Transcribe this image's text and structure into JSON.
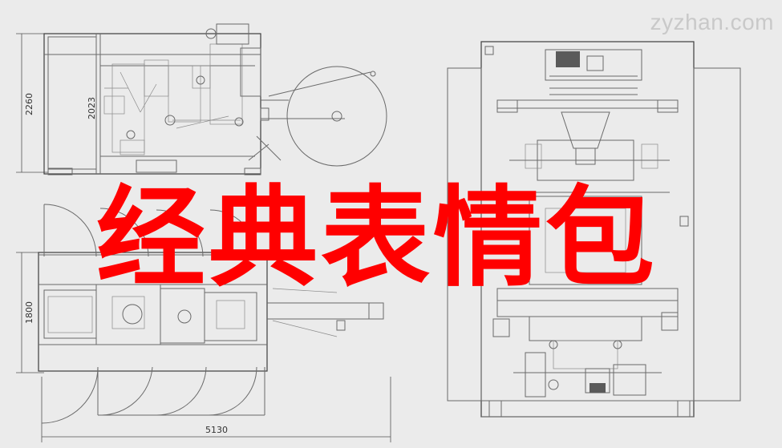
{
  "watermark": "zyzhan.com",
  "overlay_text": "经典表情包",
  "dimensions": {
    "height_top_view": "2260",
    "height_inner": "2023",
    "width_plan": "1800",
    "length_plan": "5130"
  },
  "colors": {
    "overlay": "#ff0000",
    "line": "#6a6a6a",
    "background": "#ebebeb"
  }
}
